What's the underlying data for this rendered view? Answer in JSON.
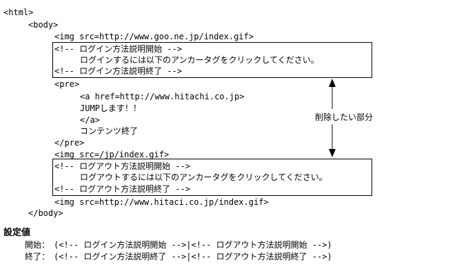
{
  "code": {
    "html_open": "<html>",
    "body_open": "<body>",
    "img1": "<img src=http://www.goo.ne.jp/index.gif>",
    "login_start": "<!-- ログイン方法説明開始 -->",
    "login_text": "ログインするには以下のアンカータグをクリックしてください。",
    "login_end": "<!-- ログイン方法説明終了 -->",
    "pre_open": "<pre>",
    "anchor_open": "<a href=http://www.hitachi.co.jp>",
    "jump": "JUMPします！！",
    "anchor_close": "</a>",
    "content_end": "コンテンツ終了",
    "pre_close": "</pre>",
    "img2": "<img src=/jp/index.gif>",
    "logout_start": "<!-- ログアウト方法説明開始 -->",
    "logout_text": "ログアウトするには以下のアンカータグをクリックしてください。",
    "logout_end": "<!-- ログアウト方法説明終了 -->",
    "img3": "<img src=http://www.hitaci.co.jp/index.gif>",
    "body_close": "</body>"
  },
  "annotation": {
    "label": "削除したい部分"
  },
  "settings": {
    "heading": "設定値",
    "start_label": "開始：",
    "start_value": "(<!-- ログイン方法説明開始 -->|<!-- ログアウト方法説明開始 -->)",
    "end_label": "終了：",
    "end_value": "(<!-- ログイン方法説明終了 -->|<!-- ログアウト方法説明終了 -->)"
  }
}
